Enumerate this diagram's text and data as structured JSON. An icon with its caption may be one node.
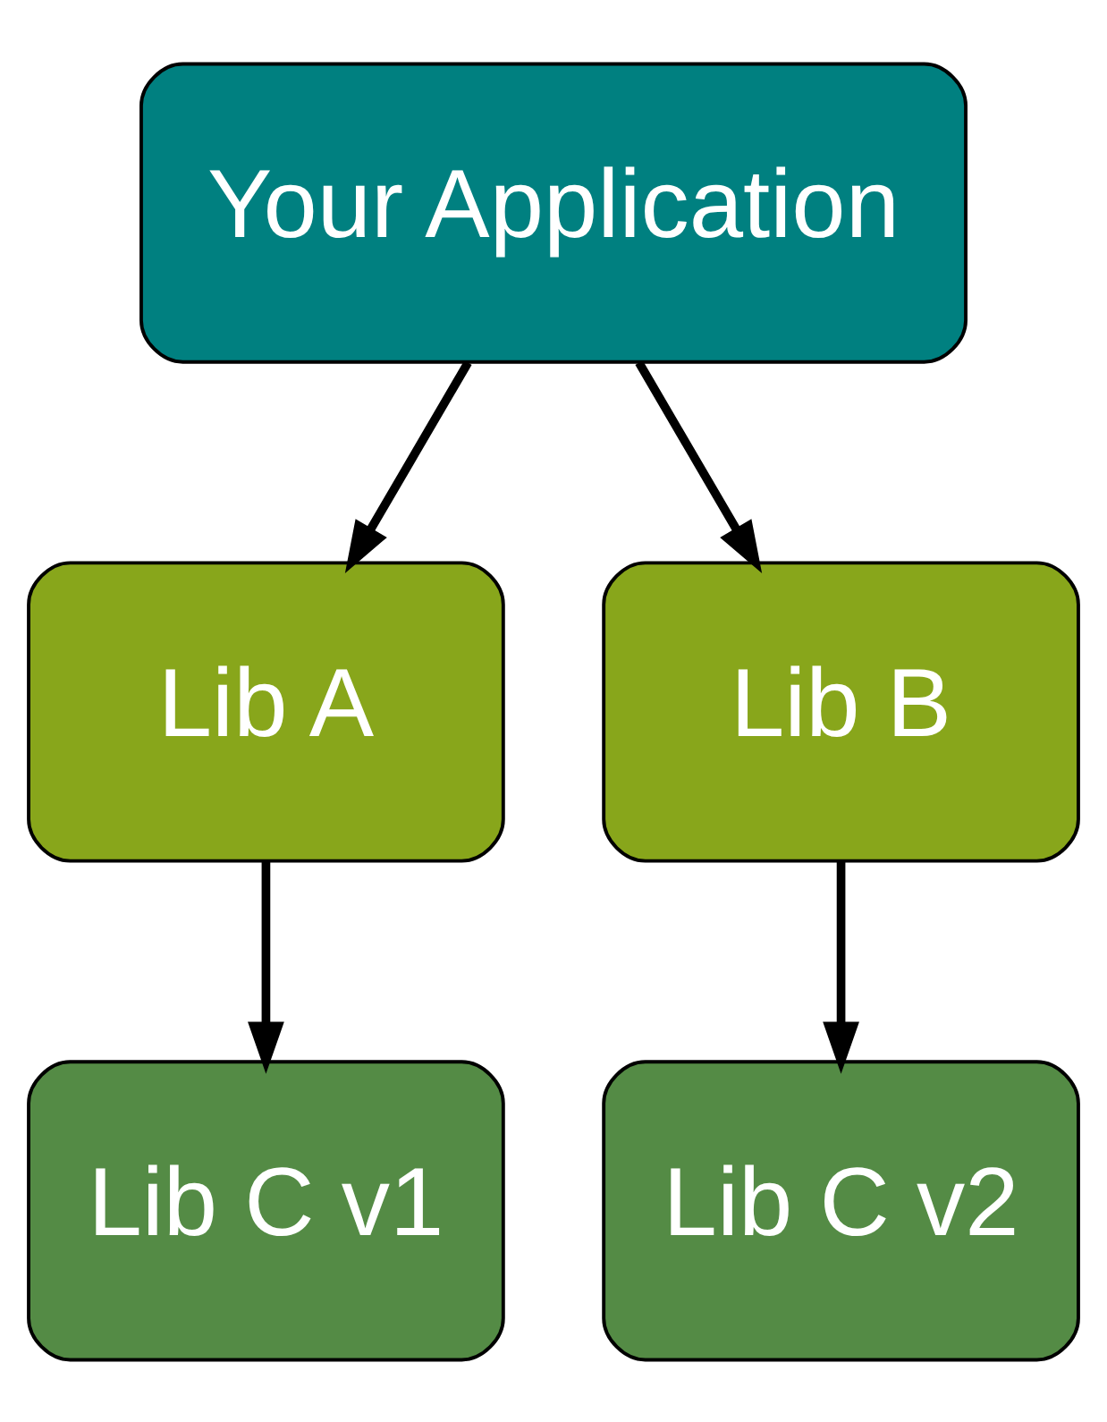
{
  "diagram": {
    "nodes": [
      {
        "text": [
          "Your Application"
        ]
      },
      {
        "text": [
          "Lib A"
        ]
      },
      {
        "text": [
          "Lib B"
        ]
      },
      {
        "text": [
          "Lib C v1"
        ]
      },
      {
        "text": [
          "Lib C v2"
        ]
      }
    ],
    "edges": [
      {
        "from": 0,
        "to": 1,
        "arrow": "to"
      },
      {
        "from": 0,
        "to": 2,
        "arrow": "to"
      },
      {
        "from": 1,
        "to": 3,
        "arrow": "to"
      },
      {
        "from": 2,
        "to": 4,
        "arrow": "to"
      }
    ]
  }
}
